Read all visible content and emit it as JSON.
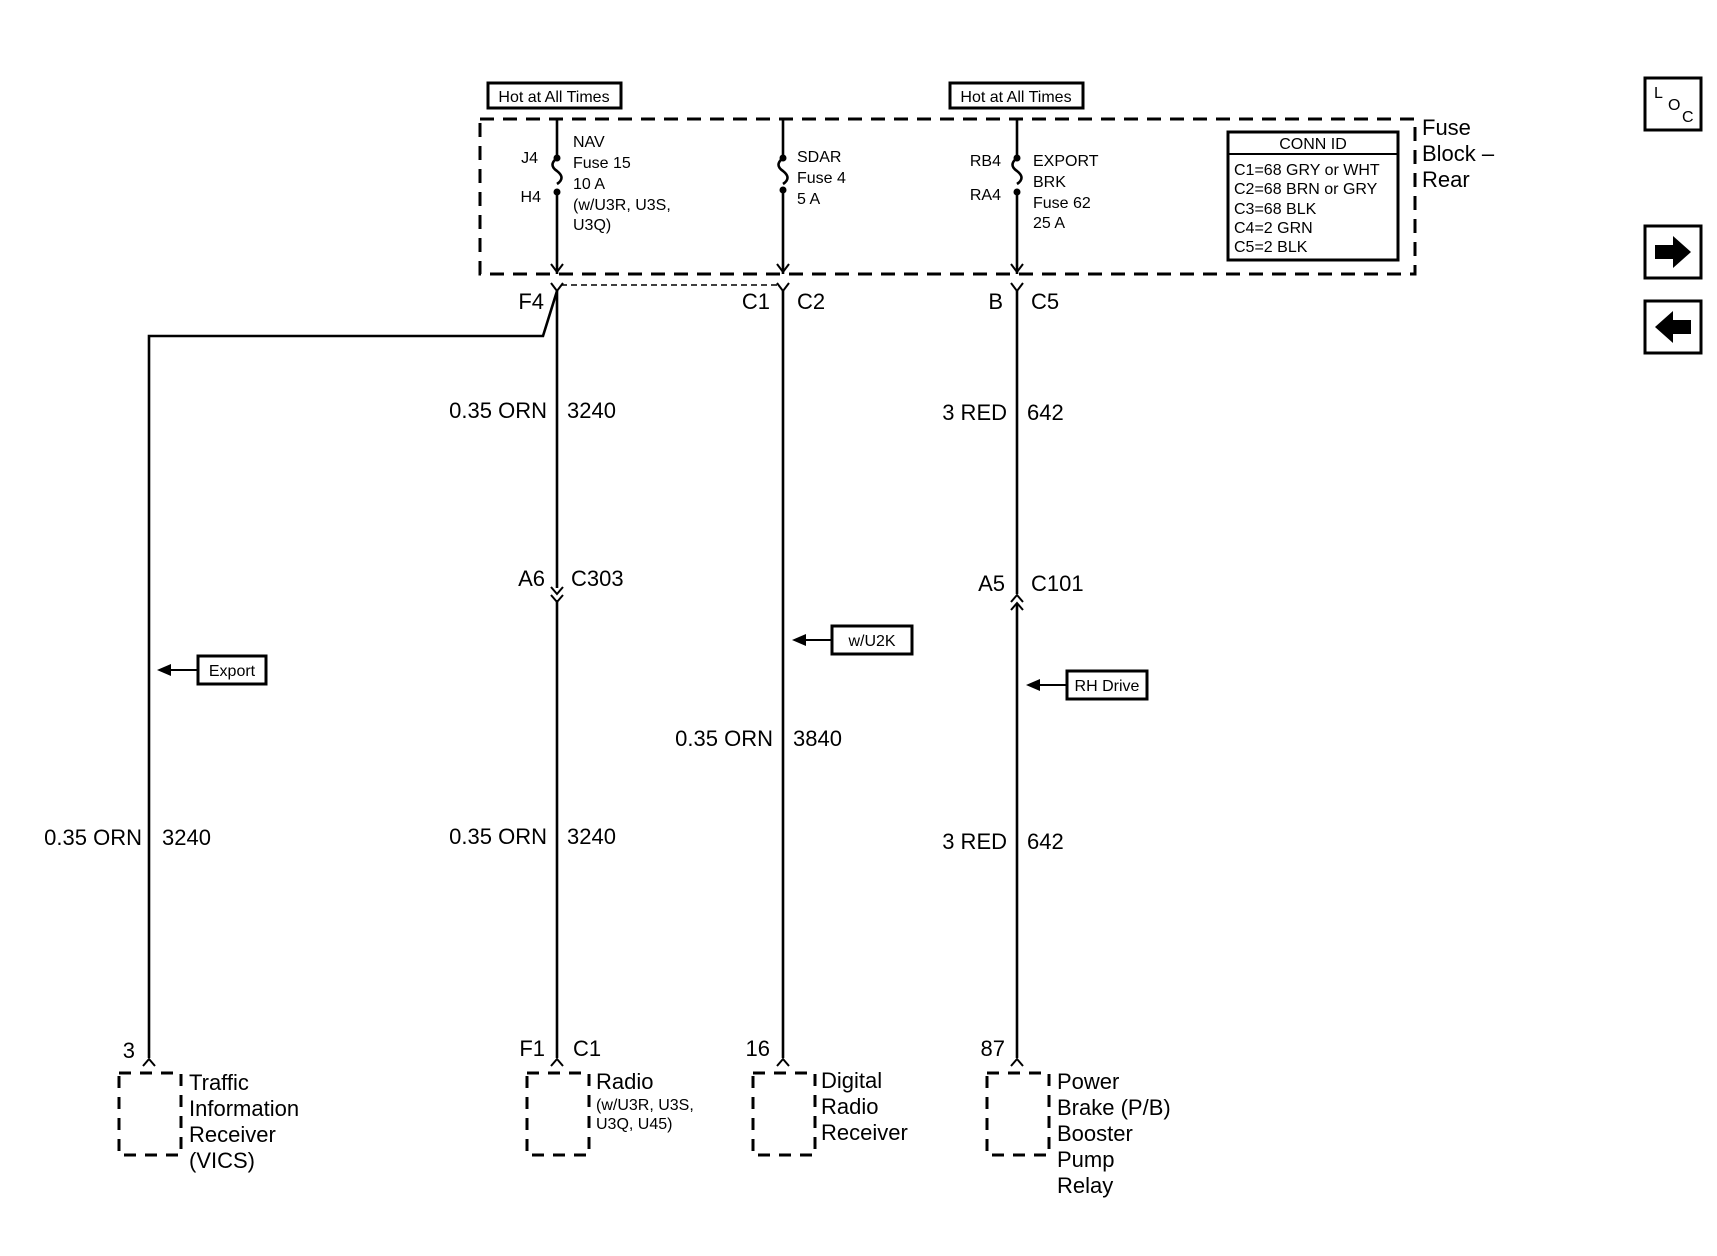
{
  "hot_labels": [
    "Hot at All Times",
    "Hot at All Times"
  ],
  "fuse_block": {
    "title_lines": [
      "Fuse",
      "Block –",
      "Rear"
    ],
    "conn_id": {
      "title": "CONN ID",
      "rows": [
        "C1=68 GRY or WHT",
        "C2=68 BRN or GRY",
        "C3=68 BLK",
        "C4=2 GRN",
        "C5=2 BLK"
      ]
    }
  },
  "fuses": [
    {
      "top_pin": "J4",
      "bottom_pin": "H4",
      "lines": [
        "NAV",
        "Fuse 15",
        "10 A",
        "(w/U3R, U3S,",
        "U3Q)"
      ]
    },
    {
      "lines": [
        "SDAR",
        "Fuse 4",
        "5 A"
      ]
    },
    {
      "top_pin": "RB4",
      "bottom_pin": "RA4",
      "lines": [
        "EXPORT",
        "BRK",
        "Fuse 62",
        "25 A"
      ]
    }
  ],
  "connectors": {
    "f4": "F4",
    "c1": "C1",
    "c2": "C2",
    "b": "B",
    "c5": "C5",
    "a6": "A6",
    "c303": "C303",
    "a5": "A5",
    "c101": "C101"
  },
  "wires": [
    {
      "gauge": "0.35 ORN",
      "circuit": "3240"
    },
    {
      "gauge": "0.35 ORN",
      "circuit": "3240"
    },
    {
      "gauge": "0.35 ORN",
      "circuit": "3240"
    },
    {
      "gauge": "0.35 ORN",
      "circuit": "3840"
    },
    {
      "gauge": "3 RED",
      "circuit": "642"
    },
    {
      "gauge": "3 RED",
      "circuit": "642"
    }
  ],
  "options": [
    "Export",
    "w/U2K",
    "RH Drive"
  ],
  "components": [
    {
      "pin": "3",
      "lines": [
        "Traffic",
        "Information",
        "Receiver",
        "(VICS)"
      ]
    },
    {
      "pin": "F1",
      "pin2": "C1",
      "lines": [
        "Radio"
      ],
      "sub_lines": [
        "(w/U3R, U3S,",
        "U3Q, U45)"
      ]
    },
    {
      "pin": "16",
      "lines": [
        "Digital",
        "Radio",
        "Receiver"
      ]
    },
    {
      "pin": "87",
      "lines": [
        "Power",
        "Brake (P/B)",
        "Booster",
        "Pump",
        "Relay"
      ]
    }
  ],
  "nav_icons": [
    "loc-icon",
    "next-arrow-icon",
    "back-arrow-icon"
  ],
  "loc_letters": [
    "L",
    "O",
    "C"
  ]
}
